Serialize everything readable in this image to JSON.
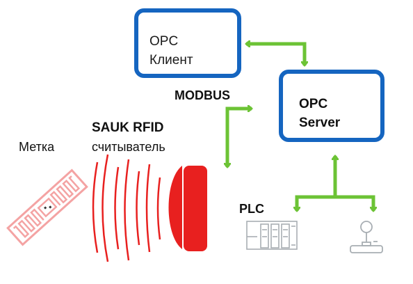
{
  "nodes": {
    "opc_client": {
      "line1": "OPC",
      "line2": "Клиент"
    },
    "opc_server": {
      "line1": "OPC",
      "line2": "Server"
    }
  },
  "labels": {
    "modbus": "MODBUS",
    "reader_title": "SAUK RFID",
    "reader_sub": "считыватель",
    "tag": "Метка",
    "plc": "PLC"
  },
  "colors": {
    "box_border": "#1565c0",
    "arrows": "#6cc335",
    "reader": "#e8201f",
    "tag": "#f4a3a3",
    "device_icons": "#a8aeb3"
  },
  "icons": [
    "rfid-tag-icon",
    "radio-waves-icon",
    "rfid-reader-icon",
    "plc-module-icon",
    "joystick-icon"
  ]
}
